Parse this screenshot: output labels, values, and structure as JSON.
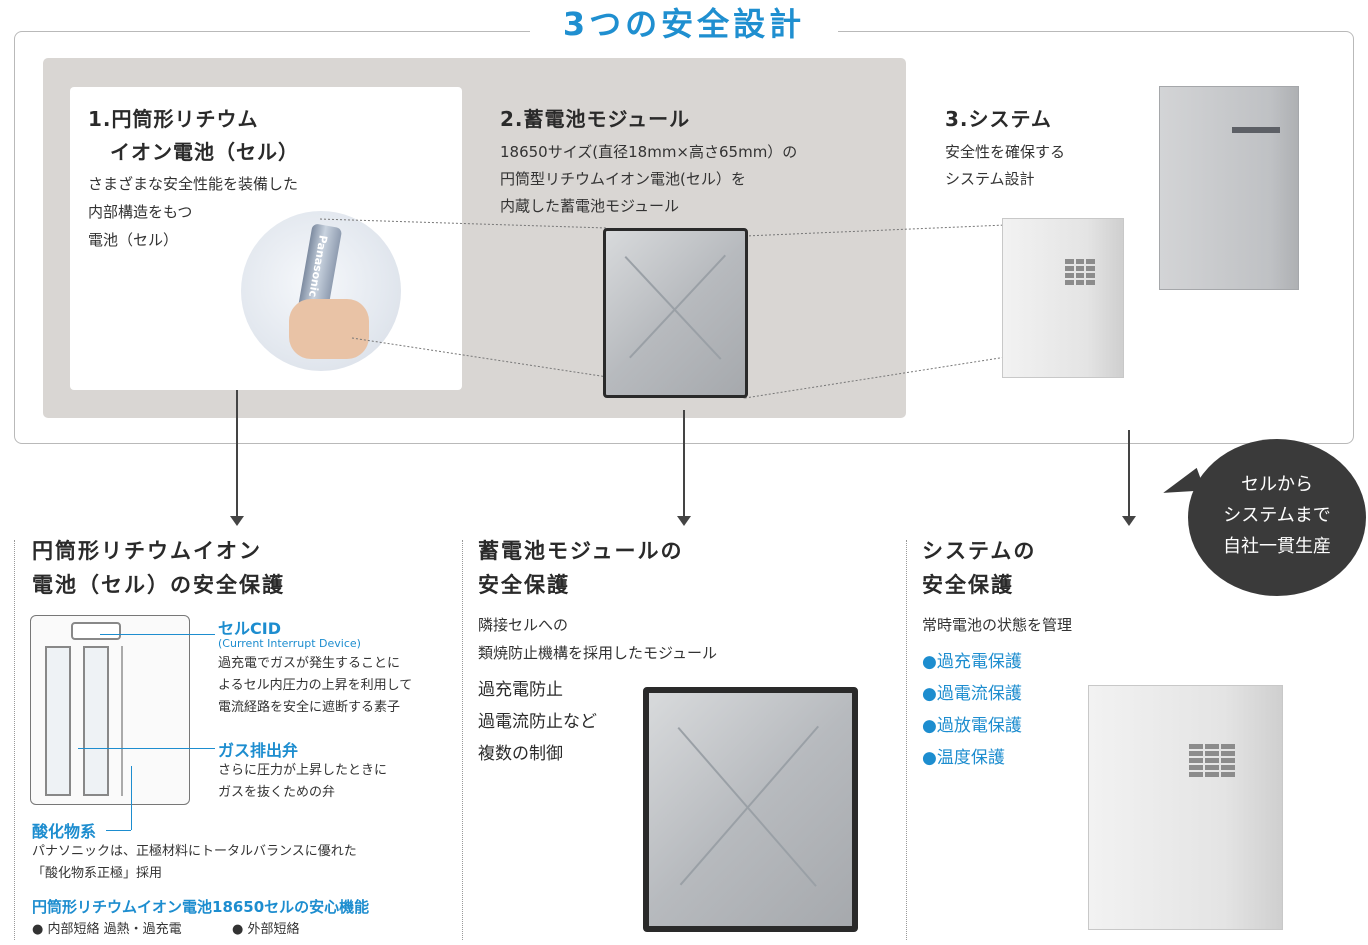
{
  "title": "3つの安全設計",
  "top": {
    "cell": {
      "heading_line1": "1.円筒形リチウム",
      "heading_line2": "イオン電池（セル）",
      "desc": [
        "さまざまな安全性能を装備した",
        "内部構造をもつ",
        "電池（セル）"
      ]
    },
    "module": {
      "heading": "2.蓄電池モジュール",
      "desc": [
        "18650サイズ(直径18mm×高さ65mm）の",
        "円筒型リチウムイオン電池(セル）を",
        "内蔵した蓄電池モジュール"
      ]
    },
    "system": {
      "heading": "3.システム",
      "desc": [
        "安全性を確保する",
        "システム設計"
      ]
    }
  },
  "bubble": [
    "セルから",
    "システムまで",
    "自社一貫生産"
  ],
  "bottom": {
    "cell": {
      "heading": [
        "円筒形リチウムイオン",
        "電池（セル）の安全保護"
      ],
      "cid": {
        "label": "セルCID",
        "sub": "(Current Interrupt Device)",
        "desc": [
          "過充電でガスが発生することに",
          "よるセル内圧力の上昇を利用して",
          "電流経路を安全に遮断する素子"
        ]
      },
      "vent": {
        "label": "ガス排出弁",
        "desc": [
          "さらに圧力が上昇したときに",
          "ガスを抜くための弁"
        ]
      },
      "oxide": {
        "label": "酸化物系",
        "desc": [
          "パナソニックは、正極材料にトータルバランスに優れた",
          "「酸化物系正極」採用"
        ]
      },
      "features_title": "円筒形リチウムイオン電池18650セルの安心機能",
      "features": [
        "● 内部短絡 過熱・過充電",
        "● 外部短絡"
      ]
    },
    "module": {
      "heading": [
        "蓄電池モジュールの",
        "安全保護"
      ],
      "desc": [
        "隣接セルへの",
        "類焼防止機構を採用したモジュール"
      ],
      "controls": [
        "過充電防止",
        "過電流防止など",
        "複数の制御"
      ]
    },
    "system": {
      "heading": [
        "システムの",
        "安全保護"
      ],
      "desc": "常時電池の状態を管理",
      "protections": [
        "●過充電保護",
        "●過電流保護",
        "●過放電保護",
        "●温度保護"
      ]
    }
  },
  "product_brand": "Panasonic",
  "colors": {
    "accent": "#1d8dcf",
    "panel": "#d9d6d3",
    "bubble": "#3a3a3a"
  }
}
